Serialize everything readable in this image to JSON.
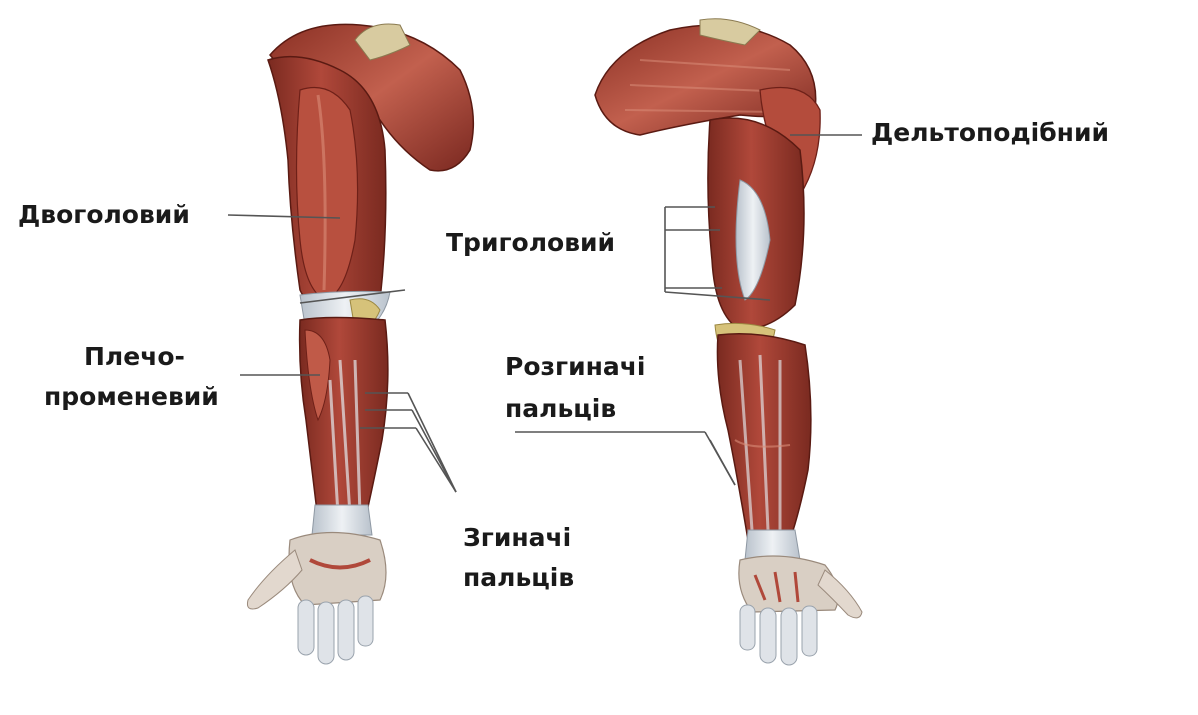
{
  "labels": {
    "biceps": "Двоголовий",
    "brachioradialis_line1": "Плечо-",
    "brachioradialis_line2": "променевий",
    "finger_flexors_line1": "Згиначі",
    "finger_flexors_line2": "пальців",
    "triceps": "Триголовий",
    "deltoid": "Дельтоподібний",
    "finger_extensors_line1": "Розгиначі",
    "finger_extensors_line2": "пальців"
  },
  "colors": {
    "muscle": "#9c3a2e",
    "muscle_light": "#c06a58",
    "muscle_dark": "#6e2018",
    "tendon": "#d9dde3",
    "skin": "#e9e1da",
    "leader_line": "#555555",
    "text": "#1a1a1a"
  }
}
